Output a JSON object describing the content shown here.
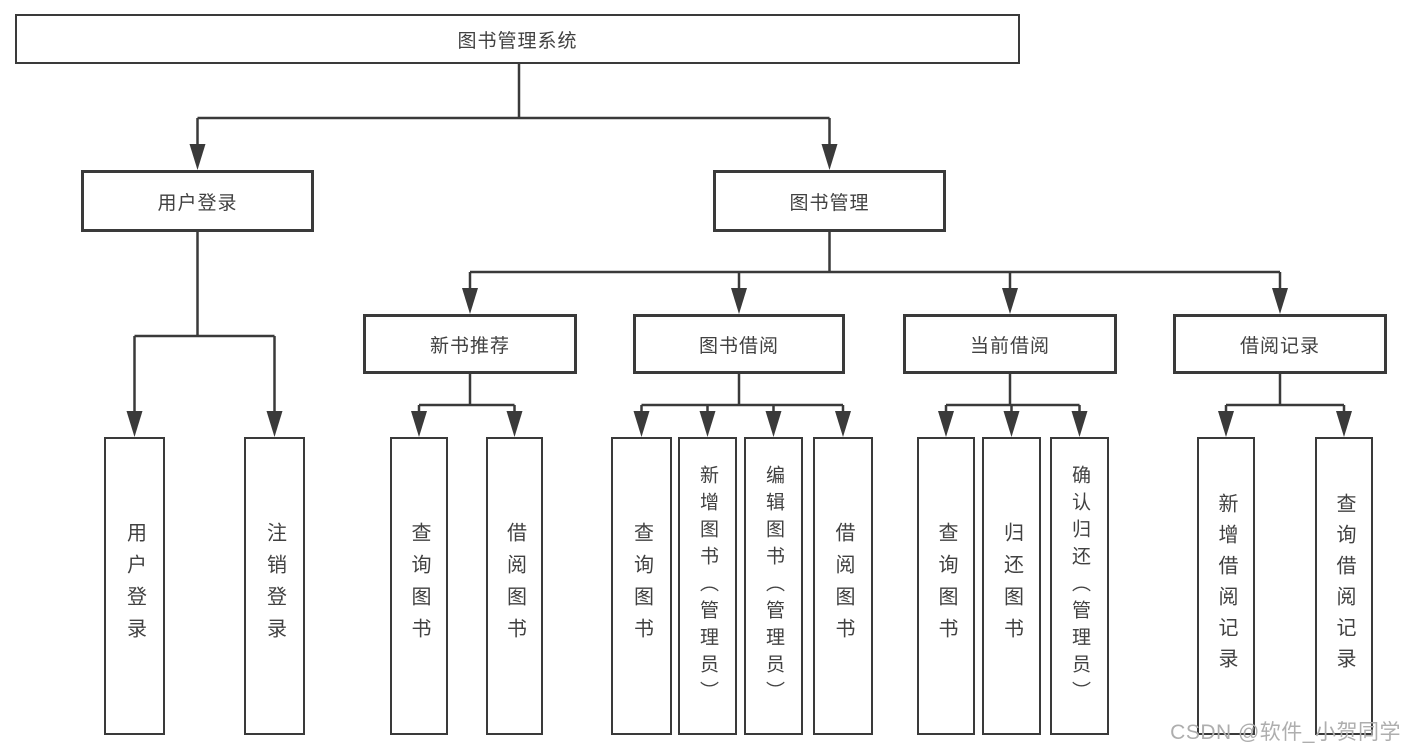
{
  "nodes": {
    "root": "图书管理系统",
    "branches": [
      {
        "label": "用户登录",
        "children": [
          "用户登录",
          "注销登录"
        ]
      },
      {
        "label": "图书管理",
        "children": [
          {
            "label": "新书推荐",
            "children": [
              "查询图书",
              "借阅图书"
            ]
          },
          {
            "label": "图书借阅",
            "children": [
              "查询图书",
              "新增图书（管理员）",
              "编辑图书（管理员）",
              "借阅图书"
            ]
          },
          {
            "label": "当前借阅",
            "children": [
              "查询图书",
              "归还图书",
              "确认归还（管理员）"
            ]
          },
          {
            "label": "借阅记录",
            "children": [
              "新增借阅记录",
              "查询借阅记录"
            ]
          }
        ]
      }
    ]
  },
  "watermark": {
    "text": "CSDN @软件_小贺同学"
  },
  "colors": {
    "line": "#3a3a3a",
    "text": "#414141",
    "watermark": "#aeaeae",
    "background": "#ffffff"
  }
}
